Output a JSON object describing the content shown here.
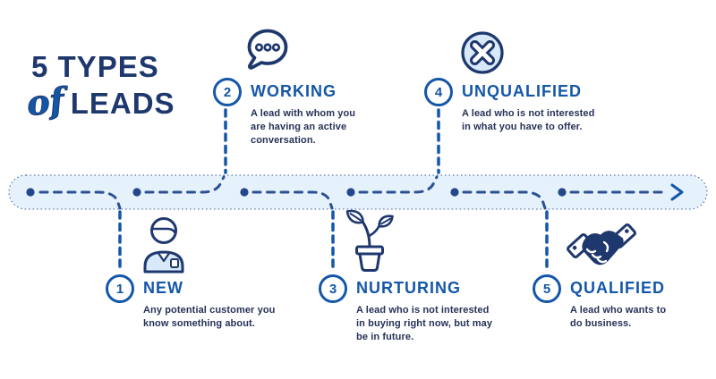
{
  "title": {
    "prefix": "5 TYPES",
    "script_word": "of",
    "suffix": "LEADS"
  },
  "items": [
    {
      "number": "1",
      "label": "NEW",
      "icon": "person-icon",
      "description_lines": [
        "Any potential customer you",
        "know something about."
      ]
    },
    {
      "number": "2",
      "label": "WORKING",
      "icon": "speech-bubble-icon",
      "description_lines": [
        "A lead with whom you",
        "are having an active",
        "conversation."
      ]
    },
    {
      "number": "3",
      "label": "NURTURING",
      "icon": "plant-icon",
      "description_lines": [
        "A lead who is not interested",
        "in buying right now, but may",
        "be in future."
      ]
    },
    {
      "number": "4",
      "label": "UNQUALIFIED",
      "icon": "x-circle-icon",
      "description_lines": [
        "A lead who is not interested",
        "in what you have to offer."
      ]
    },
    {
      "number": "5",
      "label": "QUALIFIED",
      "icon": "handshake-icon",
      "description_lines": [
        "A lead who wants to",
        "do business."
      ]
    }
  ],
  "colors": {
    "navy": "#1E386E",
    "text_navy": "#263257",
    "blue": "#1457A8",
    "band_fill": "#E4F1FB",
    "icon_pale_fill": "#D8E9F9"
  }
}
